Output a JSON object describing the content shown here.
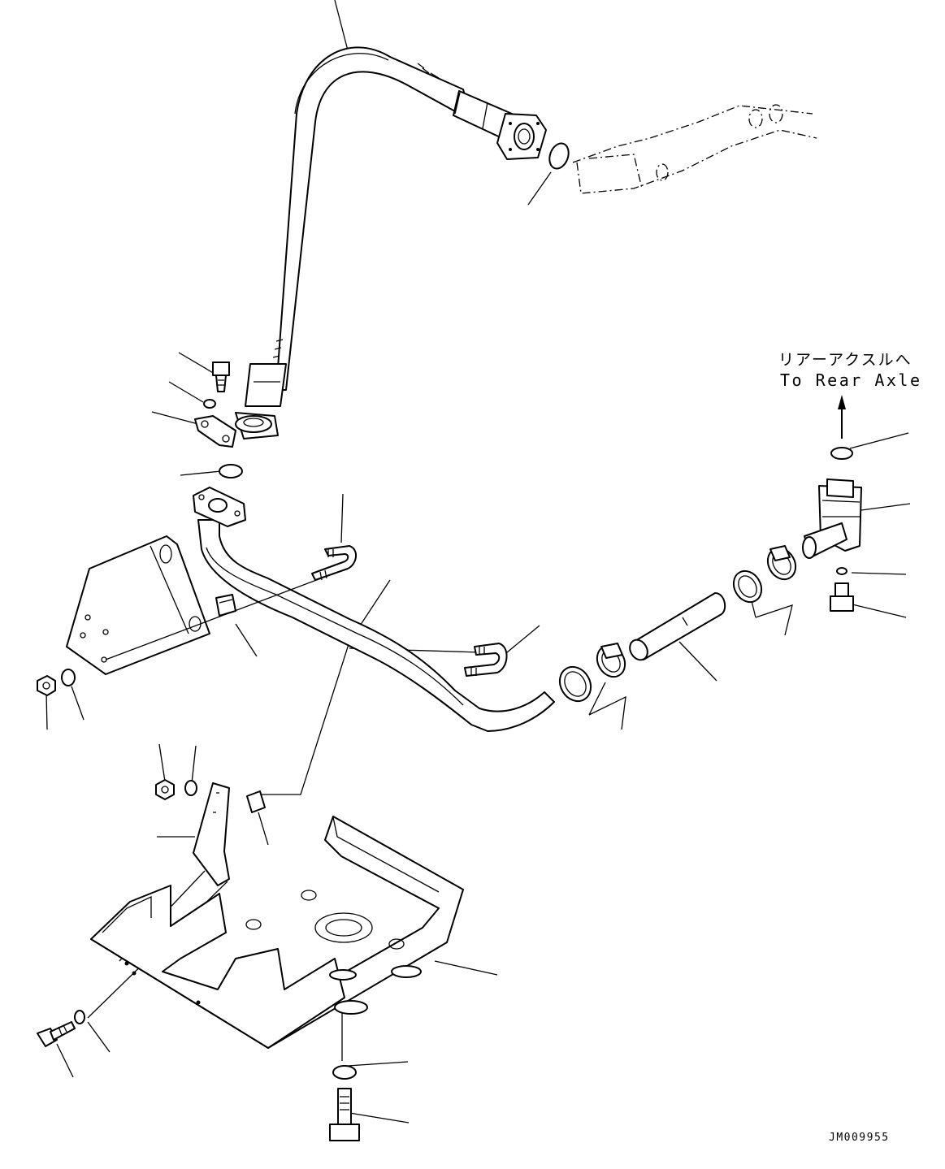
{
  "diagram": {
    "annotation": {
      "label_jp": "リアーアクスルへ",
      "label_en": "To Rear Axle"
    },
    "drawing_number": "JM009955",
    "colors": {
      "line": "#000000",
      "background": "#ffffff"
    }
  }
}
